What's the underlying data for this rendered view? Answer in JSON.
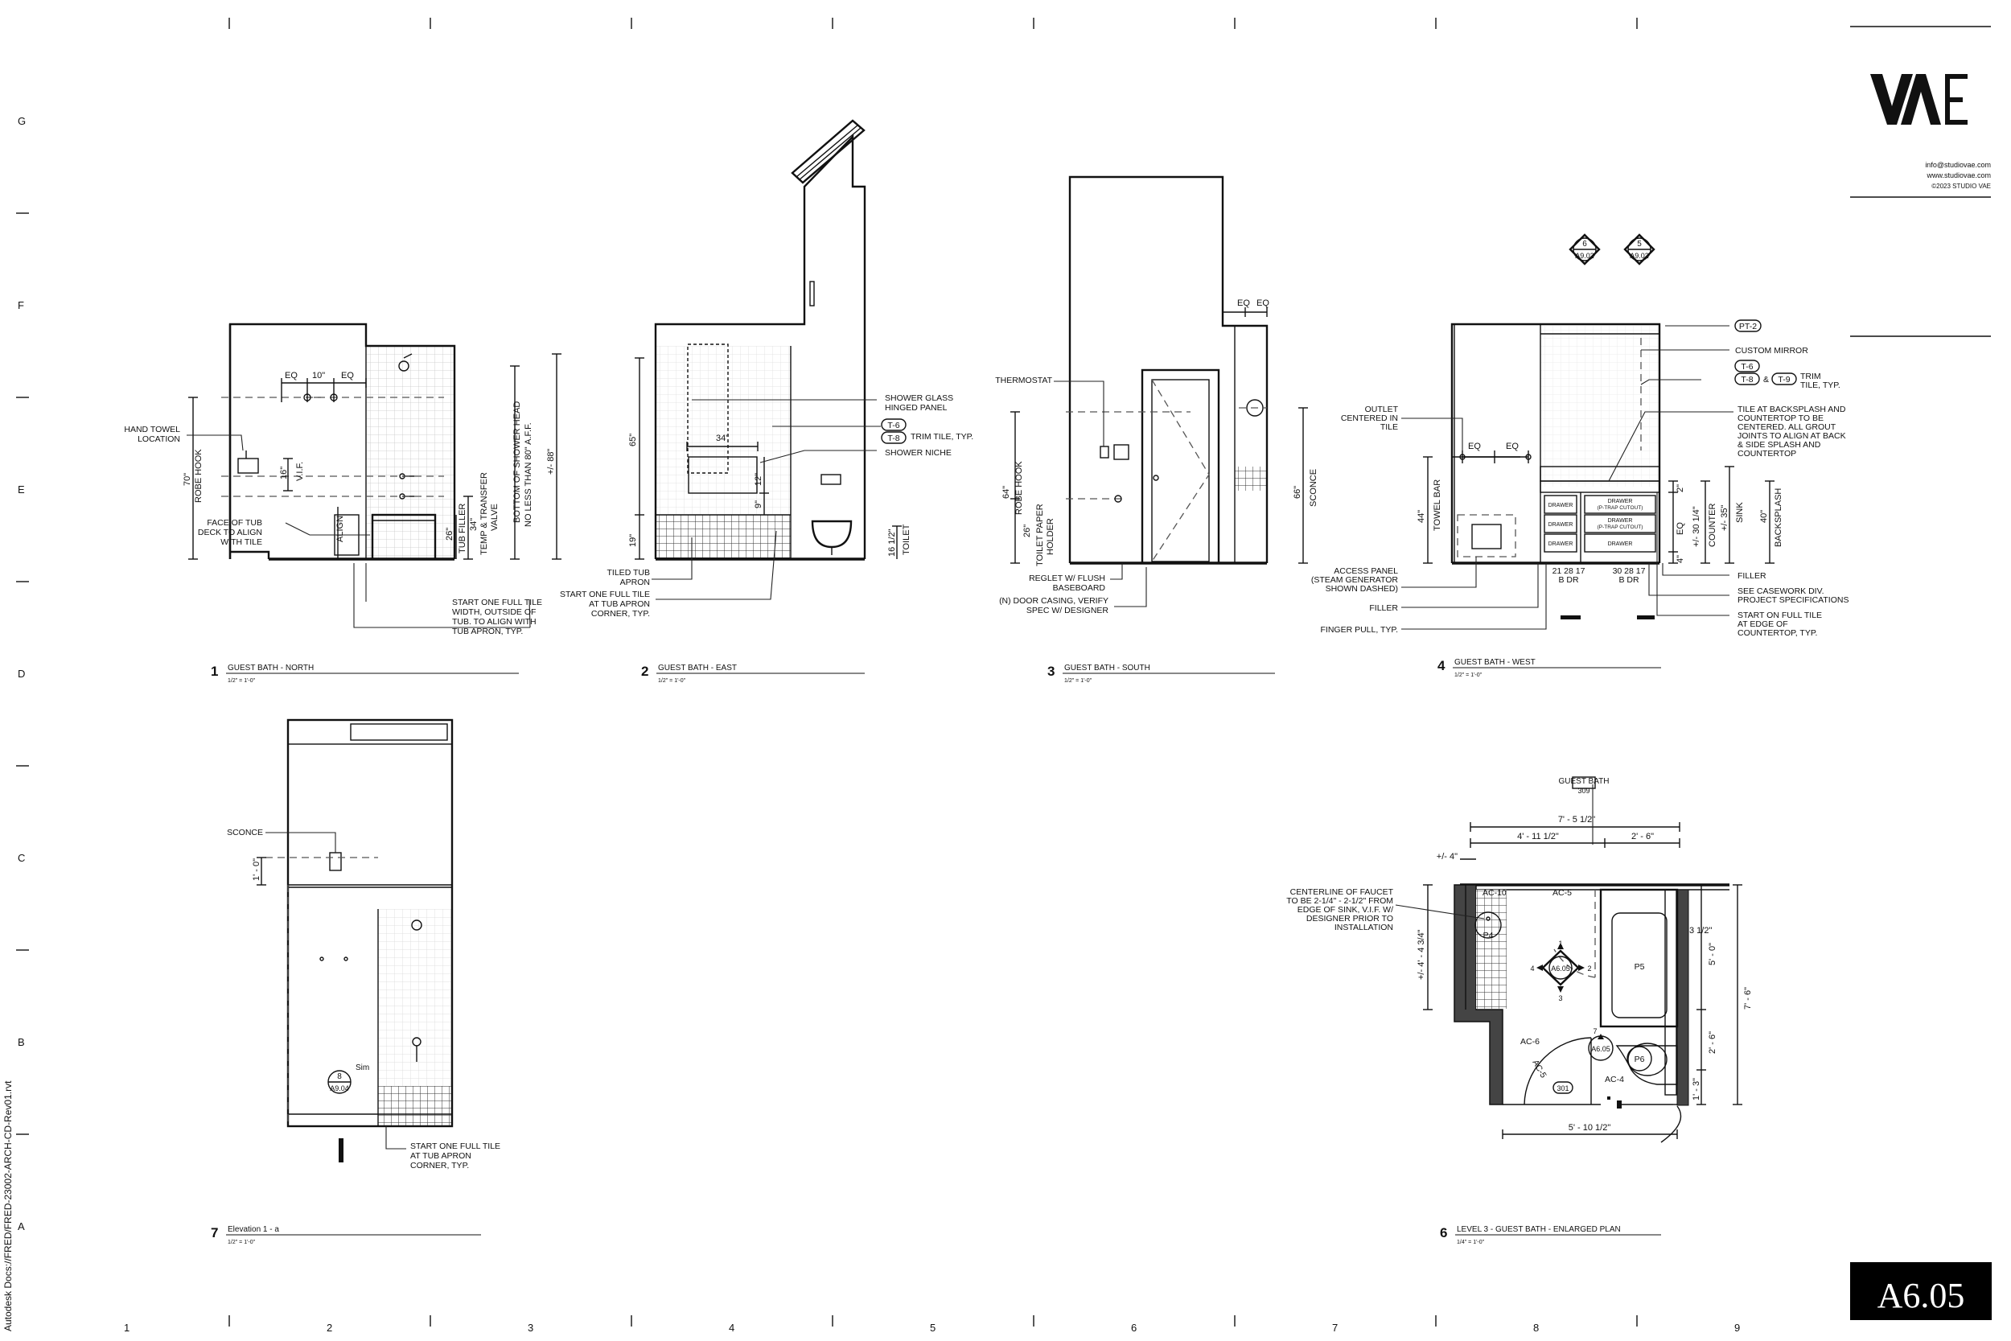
{
  "sheet": {
    "number": "A6.05",
    "studio_email": "info@studiovae.com",
    "studio_web": "www.studiovae.com",
    "studio_copy": "©2023 STUDIO VAE",
    "file_path": "Autodesk Docs://FRED/FRED-23002-ARCH-CD-Rev01.rvt",
    "grid_rows": [
      "G",
      "F",
      "E",
      "D",
      "C",
      "B",
      "A"
    ],
    "grid_cols": [
      "1",
      "2",
      "3",
      "4",
      "5",
      "6",
      "7",
      "8",
      "9"
    ]
  },
  "views": {
    "v1": {
      "num": "1",
      "title": "GUEST BATH - NORTH",
      "scale": "1/2\" = 1'-0\""
    },
    "v2": {
      "num": "2",
      "title": "GUEST BATH - EAST",
      "scale": "1/2\" = 1'-0\""
    },
    "v3": {
      "num": "3",
      "title": "GUEST BATH - SOUTH",
      "scale": "1/2\" = 1'-0\""
    },
    "v4": {
      "num": "4",
      "title": "GUEST BATH - WEST",
      "scale": "1/2\" = 1'-0\""
    },
    "v6": {
      "num": "6",
      "title": "LEVEL 3 - GUEST BATH - ENLARGED PLAN",
      "scale": "1/4\" = 1'-0\""
    },
    "v7": {
      "num": "7",
      "title": "Elevation 1 - a",
      "scale": "1/2\" = 1'-0\""
    }
  },
  "north": {
    "hand_towel_1": "HAND TOWEL",
    "hand_towel_2": "LOCATION",
    "face_tub_1": "FACE OF TUB",
    "face_tub_2": "DECK TO ALIGN",
    "face_tub_3": "WITH TILE",
    "start_tile_1": "START ONE FULL TILE",
    "start_tile_2": "WIDTH, OUTSIDE OF",
    "start_tile_3": "TUB. TO ALIGN WITH",
    "start_tile_4": "TUB APRON, TYP.",
    "eq_a": "EQ",
    "ten": "10\"",
    "eq_b": "EQ",
    "seventy": "70\"",
    "robe_hook": "ROBE HOOK",
    "sixteen": "16\"",
    "vif": "V.I.F.",
    "align": "ALIGN",
    "twenty_six": "26\"",
    "tub_filler": "TUB FILLER",
    "thirty_four": "34\"",
    "temp_valve_1": "TEMP & TRANSFER",
    "temp_valve_2": "VALVE",
    "shower_head_1": "BOTTOM OF SHOWER HEAD",
    "shower_head_2": "NO LESS THAN 80\" A.F.F.",
    "eighty_eight": "+/- 88\""
  },
  "east": {
    "glass_1": "SHOWER GLASS",
    "glass_2": "HINGED PANEL",
    "t6": "T-6",
    "t8": "T-8",
    "trim_tile": "TRIM TILE, TYP.",
    "niche": "SHOWER NICHE",
    "tiled_apron_1": "TILED TUB",
    "tiled_apron_2": "APRON",
    "start_apron_1": "START ONE FULL TILE",
    "start_apron_2": "AT TUB APRON",
    "start_apron_3": "CORNER, TYP.",
    "sixty_five": "65\"",
    "thirty_four": "34\"",
    "twelve": "12\"",
    "nine": "9\"",
    "nineteen": "19\"",
    "sixteen_half": "16 1/2\"",
    "toilet": "TOILET"
  },
  "south": {
    "thermostat": "THERMOSTAT",
    "sixty_four": "64\"",
    "robe_hook": "ROBE HOOK",
    "twenty_six": "26\"",
    "tp_1": "TOILET PAPER",
    "tp_2": "HOLDER",
    "reglet_1": "REGLET W/ FLUSH",
    "reglet_2": "BASEBOARD",
    "door_1": "(N) DOOR CASING, VERIFY",
    "door_2": "SPEC W/ DESIGNER",
    "eq_a": "EQ",
    "eq_b": "EQ",
    "sixty_six": "66\"",
    "sconce": "SCONCE"
  },
  "west": {
    "tag_6": "6",
    "tag_6_sheet": "A9.02",
    "tag_5": "5",
    "tag_5_sheet": "A9.02",
    "pt2": "PT-2",
    "mirror": "CUSTOM MIRROR",
    "t6": "T-6",
    "t8": "T-8",
    "amp": "&",
    "t9": "T-9",
    "trim": "TRIM",
    "trim2": "TILE, TYP.",
    "outlet_1": "OUTLET",
    "outlet_2": "CENTERED IN",
    "outlet_3": "TILE",
    "eq_a": "EQ",
    "eq_b": "EQ",
    "forty_four": "44\"",
    "towel_bar": "TOWEL BAR",
    "backsplash_1": "TILE AT BACKSPLASH AND",
    "backsplash_2": "COUNTERTOP TO BE",
    "backsplash_3": "CENTERED. ALL GROUT",
    "backsplash_4": "JOINTS TO ALIGN AT BACK",
    "backsplash_5": "& SIDE SPLASH AND",
    "backsplash_6": "COUNTERTOP",
    "drawer": "DRAWER",
    "drawer_ptrap": "DRAWER",
    "ptrap": "(P-TRAP CUTOUT)",
    "access_1": "ACCESS PANEL",
    "access_2": "(STEAM GENERATOR",
    "access_3": "SHOWN DASHED)",
    "filler": "FILLER",
    "finger_pull": "FINGER PULL, TYP.",
    "bdr_left": "21 28 17",
    "bdr_left_2": "B DR",
    "bdr_right": "30 28 17",
    "bdr_right_2": "B DR",
    "filler_r": "FILLER",
    "casework_1": "SEE CASEWORK DIV.",
    "casework_2": "PROJECT SPECIFICATIONS",
    "start_ct_1": "START ON FULL TILE",
    "start_ct_2": "AT EDGE OF",
    "start_ct_3": "COUNTERTOP, TYP.",
    "two": "2\"",
    "eq_v": "EQ",
    "four": "4\"",
    "counter_dim": "+/- 30 1/4\"",
    "counter": "COUNTER",
    "sink_dim": "+/- 35\"",
    "sink": "SINK",
    "forty": "40\"",
    "backsplash_v": "BACKSPLASH"
  },
  "plan": {
    "room_name": "GUEST BATH",
    "room_num": "309",
    "d_total": "7' - 5 1/2\"",
    "d_left": "4' - 11 1/2\"",
    "d_right": "2' - 6\"",
    "d_4": "+/- 4\"",
    "faucet_1": "CENTERLINE OF FAUCET",
    "faucet_2": "TO BE 2-1/4\" - 2-1/2\" FROM",
    "faucet_3": "EDGE OF SINK, V.I.F. W/",
    "faucet_4": "DESIGNER PRIOR TO",
    "faucet_5": "INSTALLATION",
    "ac10": "AC-10",
    "ac5": "AC-5",
    "ac5b": "AC-5",
    "ac6": "AC-6",
    "ac4": "AC-4",
    "p4": "P4",
    "p5": "P5",
    "p6": "P6",
    "ref_sheet": "A6.05",
    "ref_1": "1",
    "ref_2": "2",
    "ref_3": "3",
    "ref_4": "4",
    "ref7_num": "7",
    "ref7_sheet": "A6.05",
    "door_tag": "301",
    "d_v_left": "+/- 4' - 4 3/4\"",
    "d_3half": "3 1/2\"",
    "d_5_0": "5' - 0\"",
    "d_2_6": "2' - 6\"",
    "d_1_3": "1' - 3\"",
    "d_7_6": "7' - 6\"",
    "d_bottom": "5' - 10 1/2\""
  },
  "elev7": {
    "sconce": "SCONCE",
    "one_foot": "1' - 0\"",
    "sim": "Sim",
    "tag_num": "8",
    "tag_sheet": "A9.04",
    "start_1": "START ONE FULL TILE",
    "start_2": "AT TUB APRON",
    "start_3": "CORNER, TYP."
  }
}
